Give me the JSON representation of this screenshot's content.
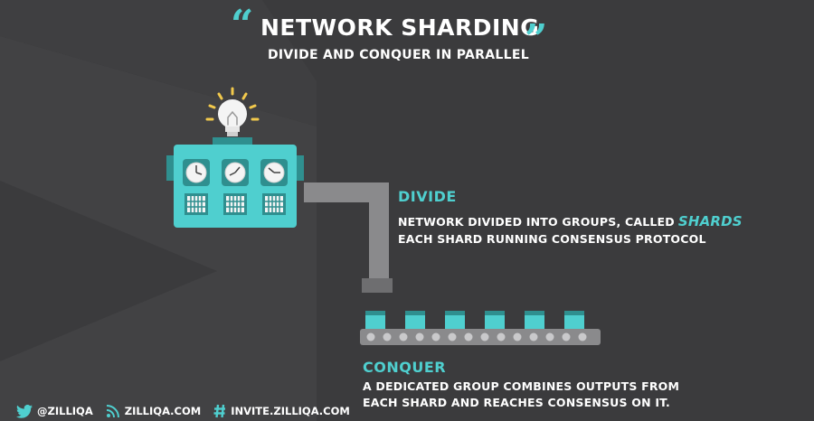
{
  "slide": {
    "title": "NETWORK SHARDING",
    "quote_open": "“",
    "quote_close": "”",
    "subtitle": "DIVIDE AND CONQUER IN PARALLEL"
  },
  "divide": {
    "heading": "DIVIDE",
    "line1": "NETWORK DIVIDED INTO GROUPS, CALLED",
    "line1_highlight": "SHARDS",
    "line2": "EACH SHARD RUNNING CONSENSUS PROTOCOL"
  },
  "conquer": {
    "heading": "CONQUER",
    "line1": "A DEDICATED GROUP COMBINES OUTPUTS FROM",
    "line2": "EACH SHARD AND REACHES CONSENSUS ON IT."
  },
  "footer": {
    "twitter": "@ZILLIQA",
    "website": "ZILLIQA.COM",
    "invite": "INVITE.ZILLIQA.COM"
  },
  "illustration": {
    "clock_count": 3,
    "shard_box_count": 6,
    "icons": [
      "lightbulb-icon",
      "clock-icon",
      "server-grid-icon",
      "twitter-icon",
      "rss-icon",
      "hashtag-icon"
    ]
  },
  "colors": {
    "background": "#3b3b3d",
    "accent": "#4fcfcf",
    "text": "#ffffff",
    "pipe": "#8a8a8c",
    "bulb_glow": "#f2c94c"
  }
}
